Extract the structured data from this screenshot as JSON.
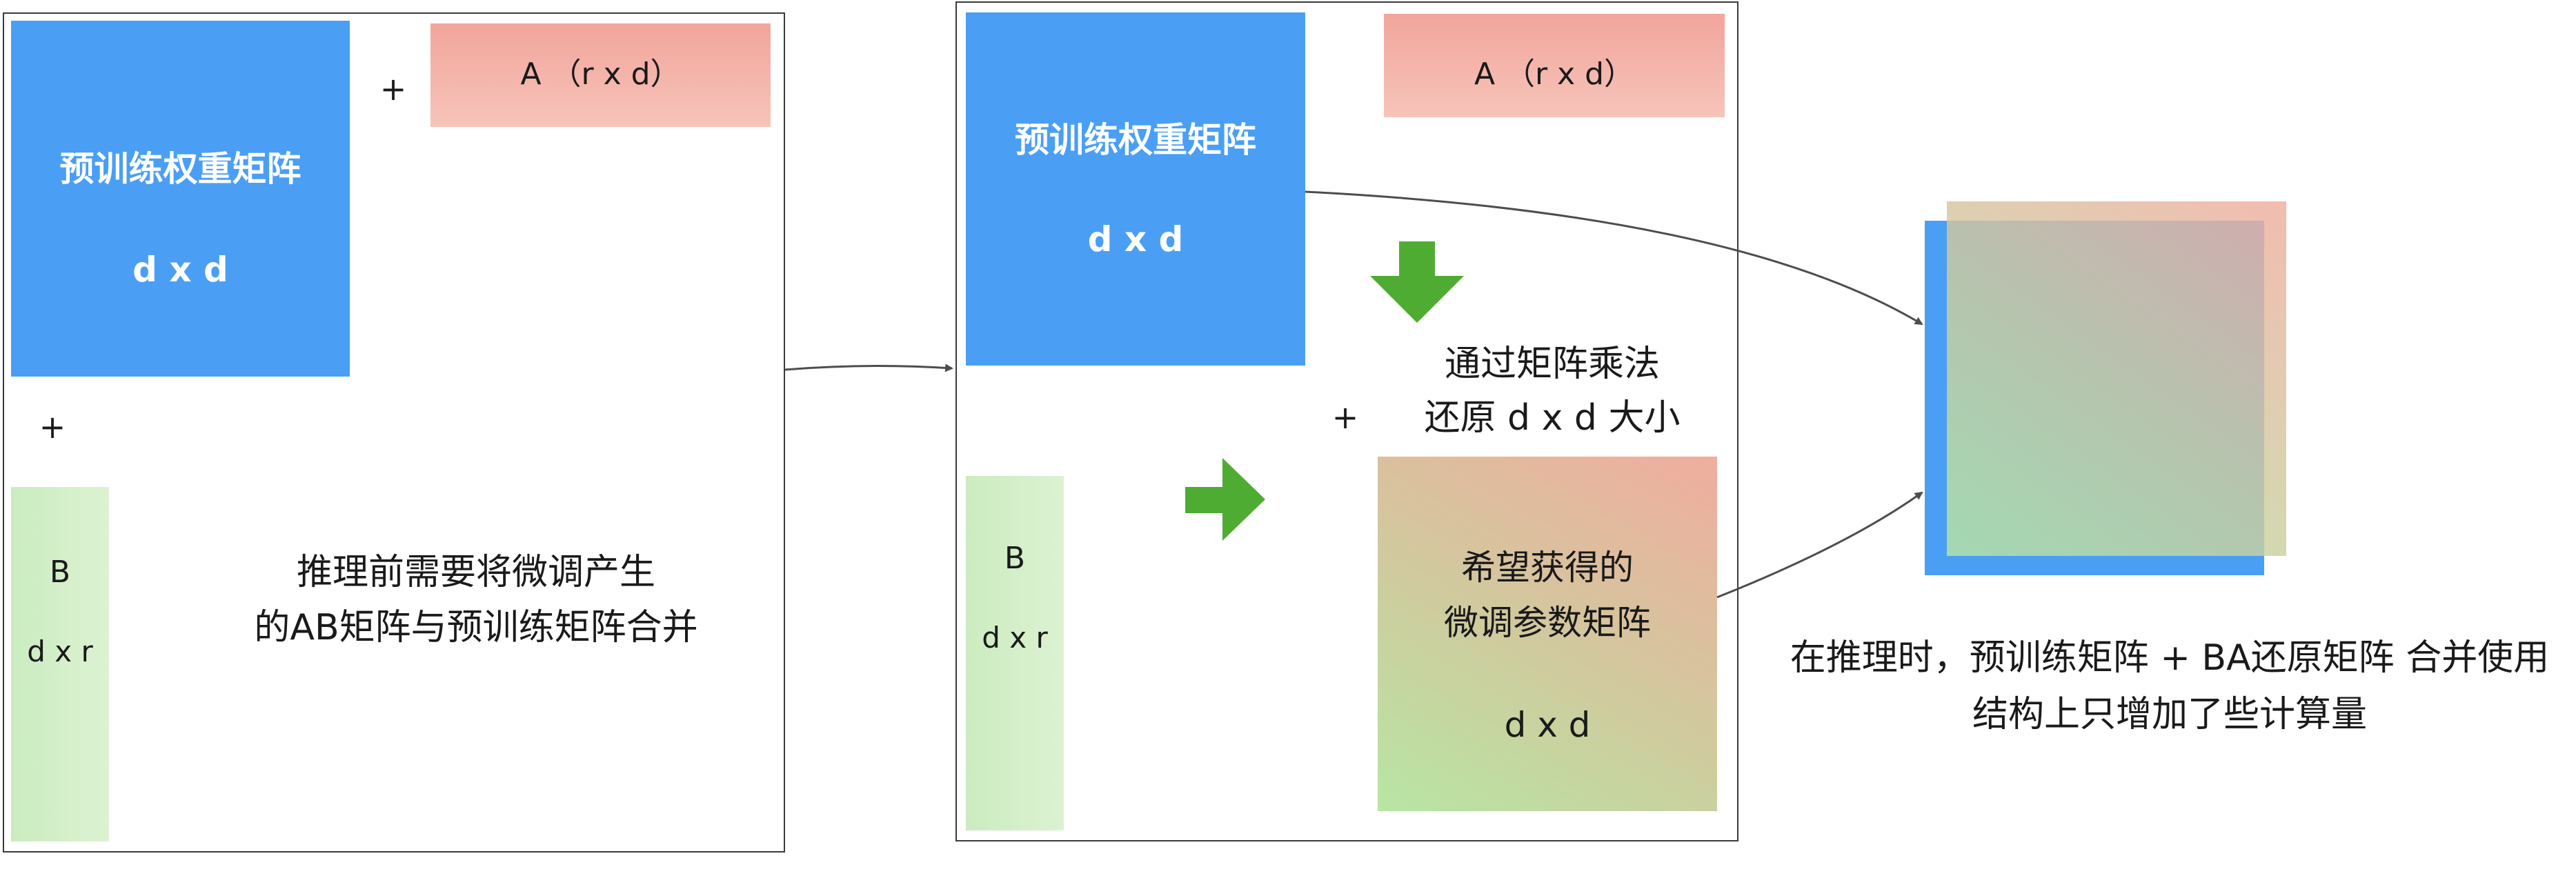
{
  "left_panel": {
    "weight_block": {
      "title": "预训练权重矩阵",
      "dims": "d x d"
    },
    "plus_a": "+",
    "plus_b": "+",
    "matrix_a": {
      "label": "A  （r x d）"
    },
    "matrix_b": {
      "label": "B",
      "dims": "d x r"
    },
    "note_line1": "推理前需要将微调产生",
    "note_line2": "的AB矩阵与预训练矩阵合并"
  },
  "middle_panel": {
    "weight_block": {
      "title": "预训练权重矩阵",
      "dims": "d x d"
    },
    "matrix_a": {
      "label": "A  （r x d）"
    },
    "matrix_b": {
      "label": "B",
      "dims": "d x r"
    },
    "plus": "+",
    "multiply_line1": "通过矩阵乘法",
    "multiply_line2": "还原 d x d 大小",
    "finetune_block": {
      "line1": "希望获得的",
      "line2": "微调参数矩阵",
      "dims": "d x d"
    }
  },
  "right_panel": {
    "caption_line1": "在推理时，预训练矩阵 + BA还原矩阵 合并使用",
    "caption_line2": "结构上只增加了些计算量"
  },
  "colors": {
    "pretrained": "#4a9ff5",
    "matrix_a": "#f2a59b",
    "matrix_b": "#d3efc8",
    "green_arrow": "#4fac33",
    "connector": "#4d4d4d"
  }
}
